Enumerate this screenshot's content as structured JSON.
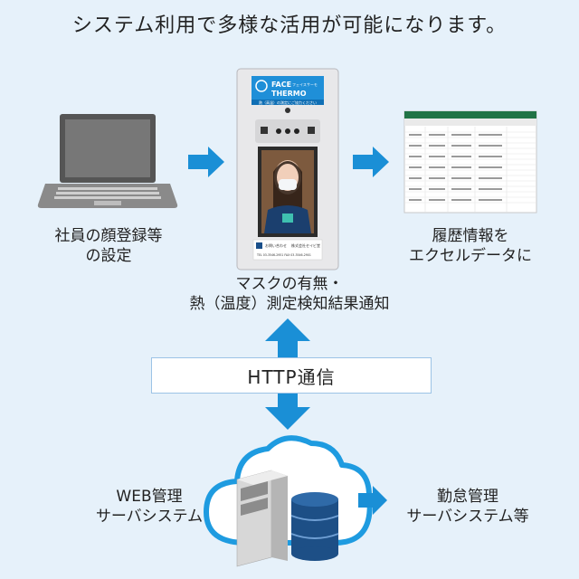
{
  "title": "システム利用で多様な活用が可能になります。",
  "labels": {
    "left_pc": "社員の顔登録等\nの設定",
    "right_excel": "履歴情報を\nエクセルデータに",
    "center_device": "マスクの有無・\n熱（温度）測定検知結果通知",
    "http": "HTTP通信",
    "web_server": "WEB管理\nサーバシステム",
    "attendance": "勤怠管理\nサーバシステム等"
  },
  "device": {
    "brand_line1": "FACE",
    "brand_line2": "THERMO",
    "brand_sub": "フェイスサーモ",
    "notice": "熱（高温）の測定にご協力ください",
    "footer_left": "お問い合わせ",
    "footer_right": "株式会社セイビ堂",
    "footer_tel": "TEL 03-3546-2951  FAX 03-3546-2901"
  },
  "colors": {
    "background": "#e6f1fa",
    "arrow": "#1a8fd6",
    "cloud_stroke": "#1e9be0",
    "database": "#1d4f86"
  }
}
